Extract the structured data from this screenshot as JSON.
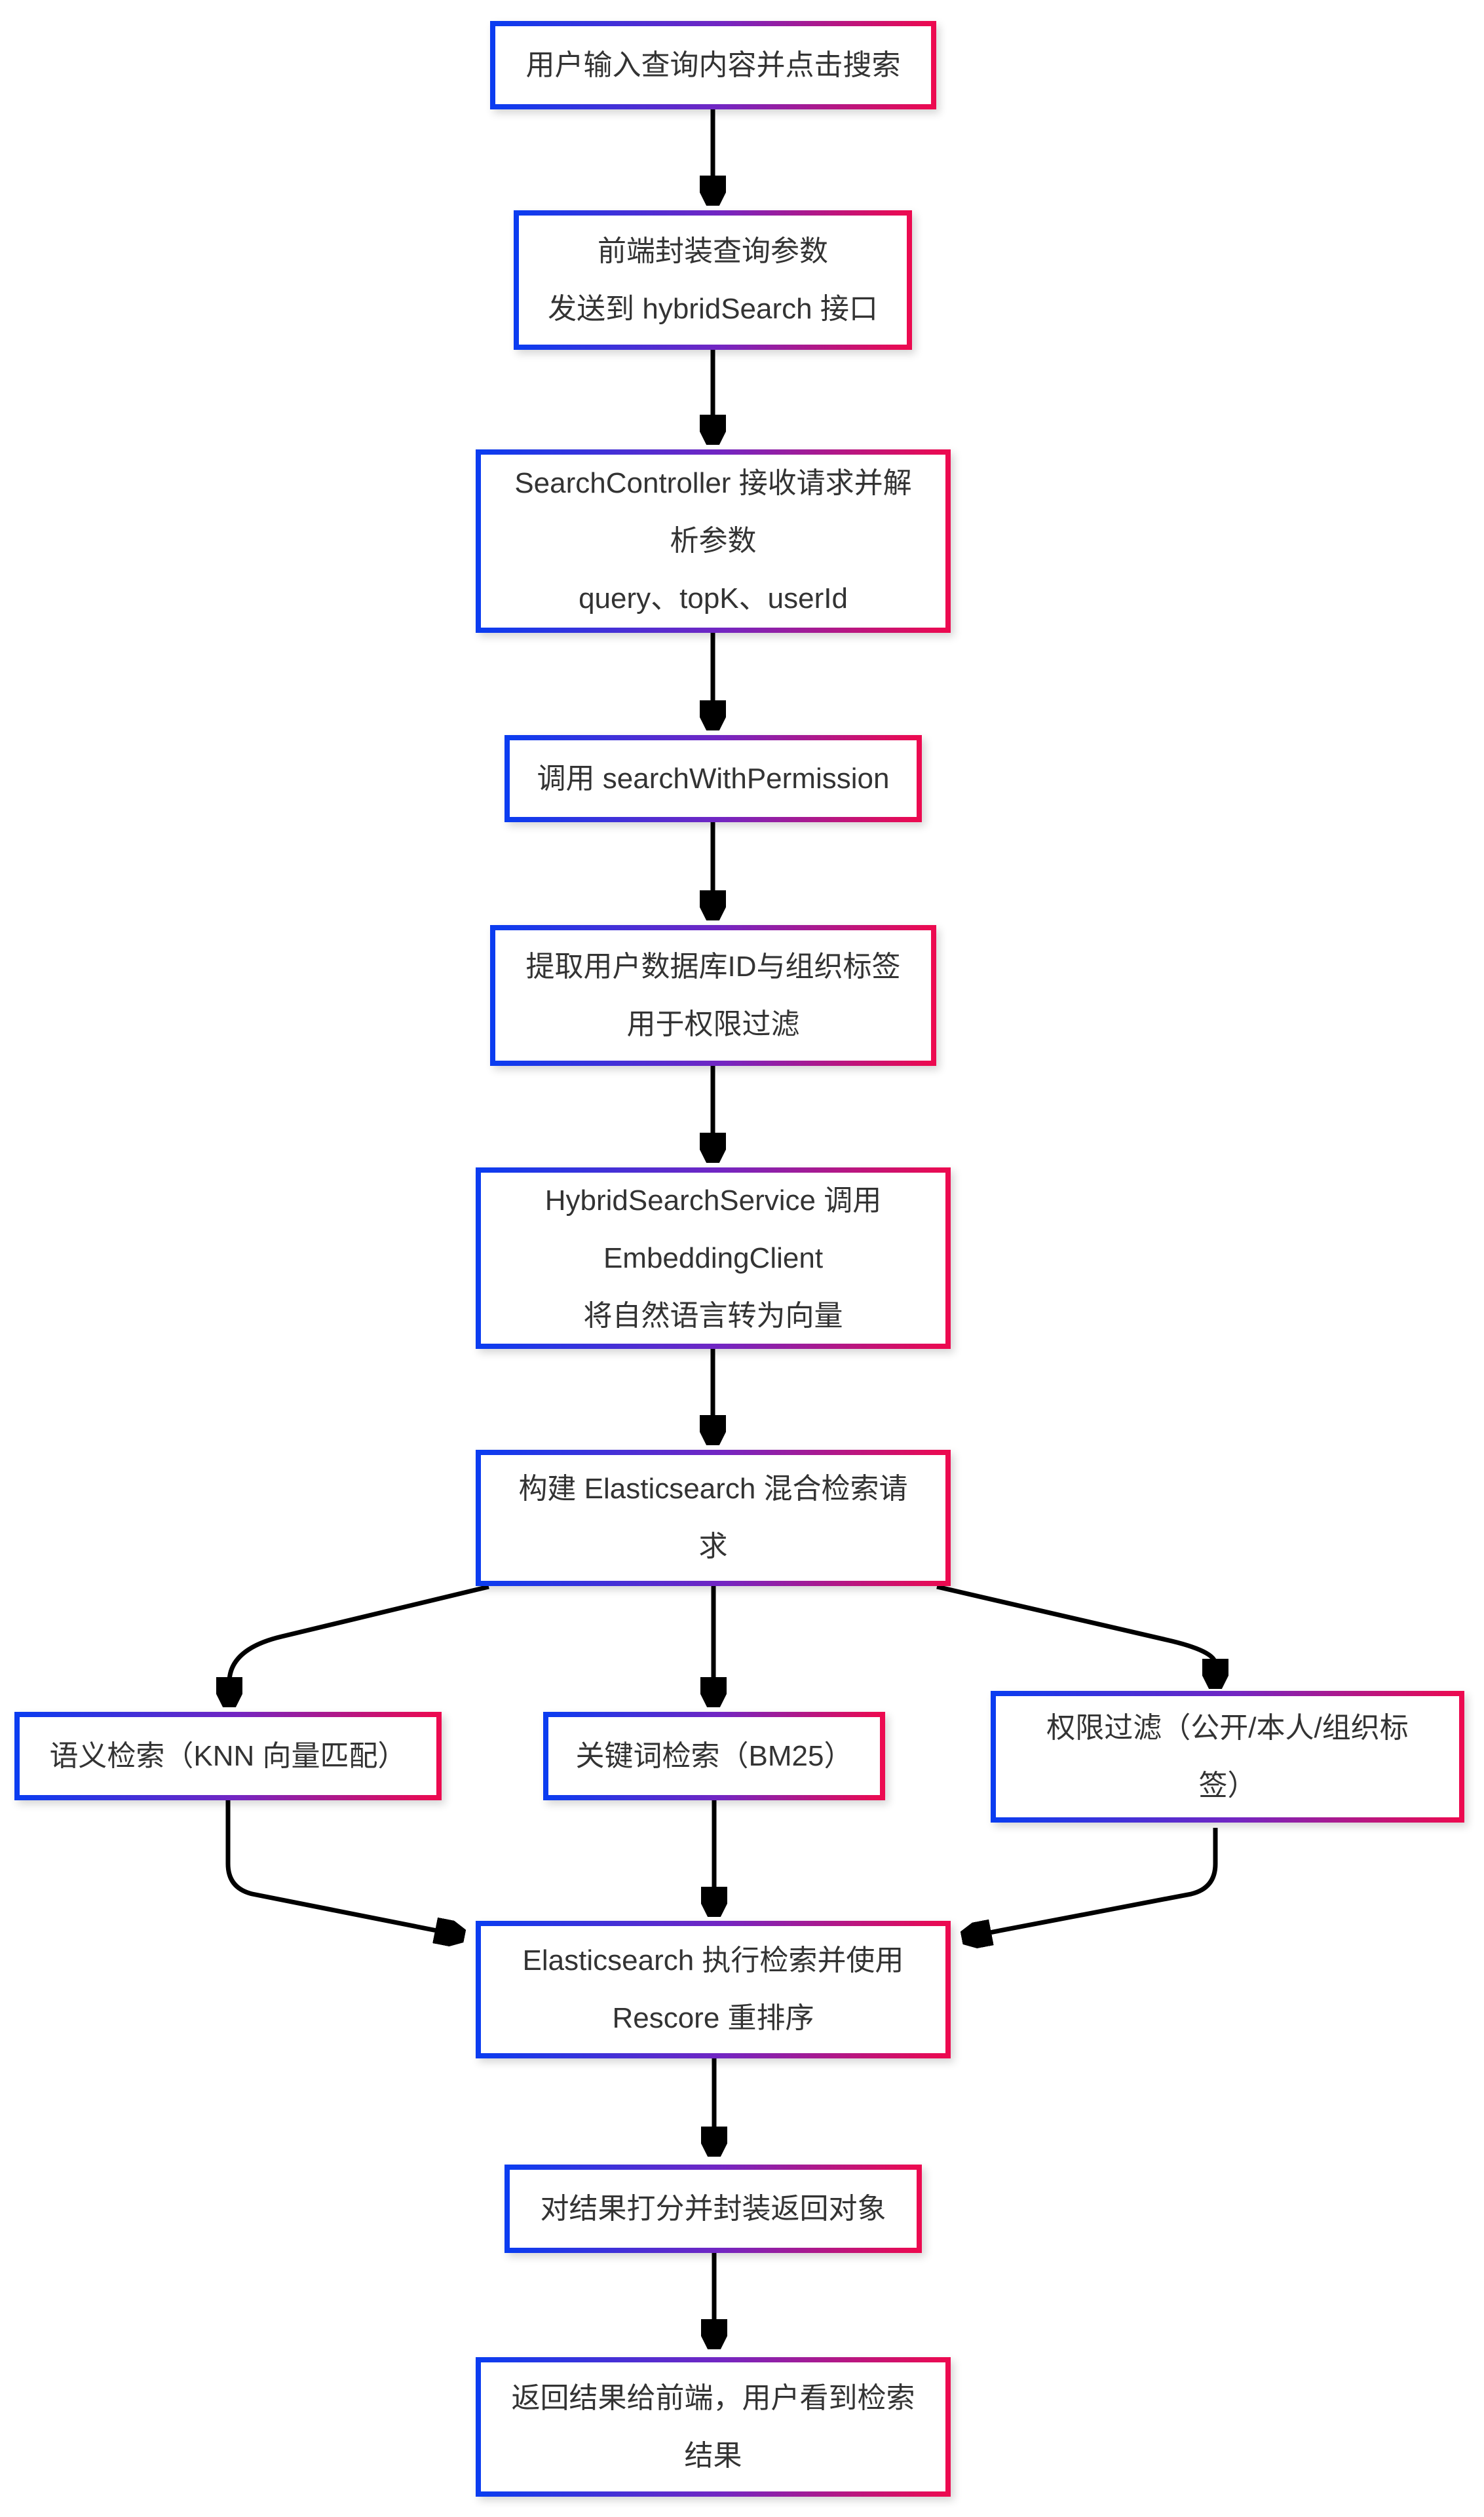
{
  "diagram": {
    "type": "flowchart",
    "direction": "top-down",
    "background": "#ffffff",
    "node_fill": "#ffffff",
    "node_border_gradient": [
      "#0b3cf0",
      "#7326c2",
      "#ec0a50"
    ],
    "text_color": "#333333",
    "edge_color": "#000000",
    "nodes": [
      {
        "id": "A",
        "label": "用户输入查询内容并点击搜索"
      },
      {
        "id": "B",
        "label": "前端封装查询参数\n发送到 hybridSearch 接口"
      },
      {
        "id": "C",
        "label": "SearchController 接收请求并解\n析参数\nquery、topK、userId"
      },
      {
        "id": "D",
        "label": "调用 searchWithPermission"
      },
      {
        "id": "E",
        "label": "提取用户数据库ID与组织标签\n用于权限过滤"
      },
      {
        "id": "F",
        "label": "HybridSearchService 调用\nEmbeddingClient\n将自然语言转为向量"
      },
      {
        "id": "G",
        "label": "构建 Elasticsearch 混合检索请\n求"
      },
      {
        "id": "H",
        "label": "语义检索（KNN 向量匹配）"
      },
      {
        "id": "I",
        "label": "关键词检索（BM25）"
      },
      {
        "id": "J",
        "label": "权限过滤（公开/本人/组织标\n签）"
      },
      {
        "id": "K",
        "label": "Elasticsearch 执行检索并使用\nRescore 重排序"
      },
      {
        "id": "L",
        "label": "对结果打分并封装返回对象"
      },
      {
        "id": "M",
        "label": "返回结果给前端，用户看到检索\n结果"
      }
    ],
    "edges": [
      {
        "from": "A",
        "to": "B"
      },
      {
        "from": "B",
        "to": "C"
      },
      {
        "from": "C",
        "to": "D"
      },
      {
        "from": "D",
        "to": "E"
      },
      {
        "from": "E",
        "to": "F"
      },
      {
        "from": "F",
        "to": "G"
      },
      {
        "from": "G",
        "to": "H"
      },
      {
        "from": "G",
        "to": "I"
      },
      {
        "from": "G",
        "to": "J"
      },
      {
        "from": "H",
        "to": "K"
      },
      {
        "from": "I",
        "to": "K"
      },
      {
        "from": "J",
        "to": "K"
      },
      {
        "from": "K",
        "to": "L"
      },
      {
        "from": "L",
        "to": "M"
      }
    ]
  }
}
